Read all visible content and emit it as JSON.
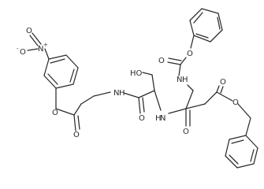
{
  "atoms": {
    "o_nitro1": "O",
    "n_nitro": "N",
    "n_charge": "+",
    "o_nitro2": "O",
    "o_nitro2_charge": "-",
    "o_ether": "O",
    "o_ester_gly": "O",
    "n_gly": "N",
    "h_gly": "H",
    "o_hydroxyl": "HO",
    "o_ser_carbonyl": "O",
    "n_ser": "N",
    "h_ser": "H",
    "o_asp_amide": "O",
    "n_cbz": "N",
    "h_cbz": "H",
    "o_cbz_carbonyl": "O",
    "o_cbz_ether": "O",
    "o_ester_carbonyl": "O",
    "o_ester_ether": "O"
  }
}
